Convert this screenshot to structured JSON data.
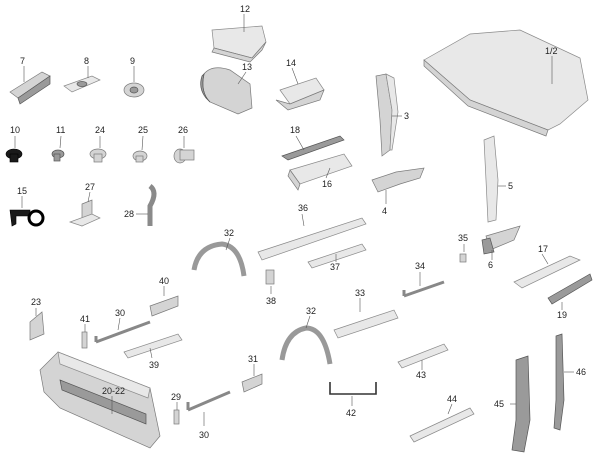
{
  "labels": {
    "p12": "12",
    "p1_2": "1/2",
    "p7": "7",
    "p8": "8",
    "p9": "9",
    "p13": "13",
    "p14": "14",
    "p3": "3",
    "p10": "10",
    "p11": "11",
    "p24": "24",
    "p25": "25",
    "p26": "26",
    "p18": "18",
    "p16": "16",
    "p5": "5",
    "p15": "15",
    "p27": "27",
    "p4": "4",
    "p28": "28",
    "p36": "36",
    "p32a": "32",
    "p35": "35",
    "p17": "17",
    "p6": "6",
    "p37": "37",
    "p34": "34",
    "p40": "40",
    "p38": "38",
    "p19": "19",
    "p23": "23",
    "p33": "33",
    "p30a": "30",
    "p41": "41",
    "p32b": "32",
    "p39": "39",
    "p46": "46",
    "p31": "31",
    "p43": "43",
    "p20_22": "20-22",
    "p42": "42",
    "p29": "29",
    "p44": "44",
    "p45": "45",
    "p30b": "30"
  }
}
